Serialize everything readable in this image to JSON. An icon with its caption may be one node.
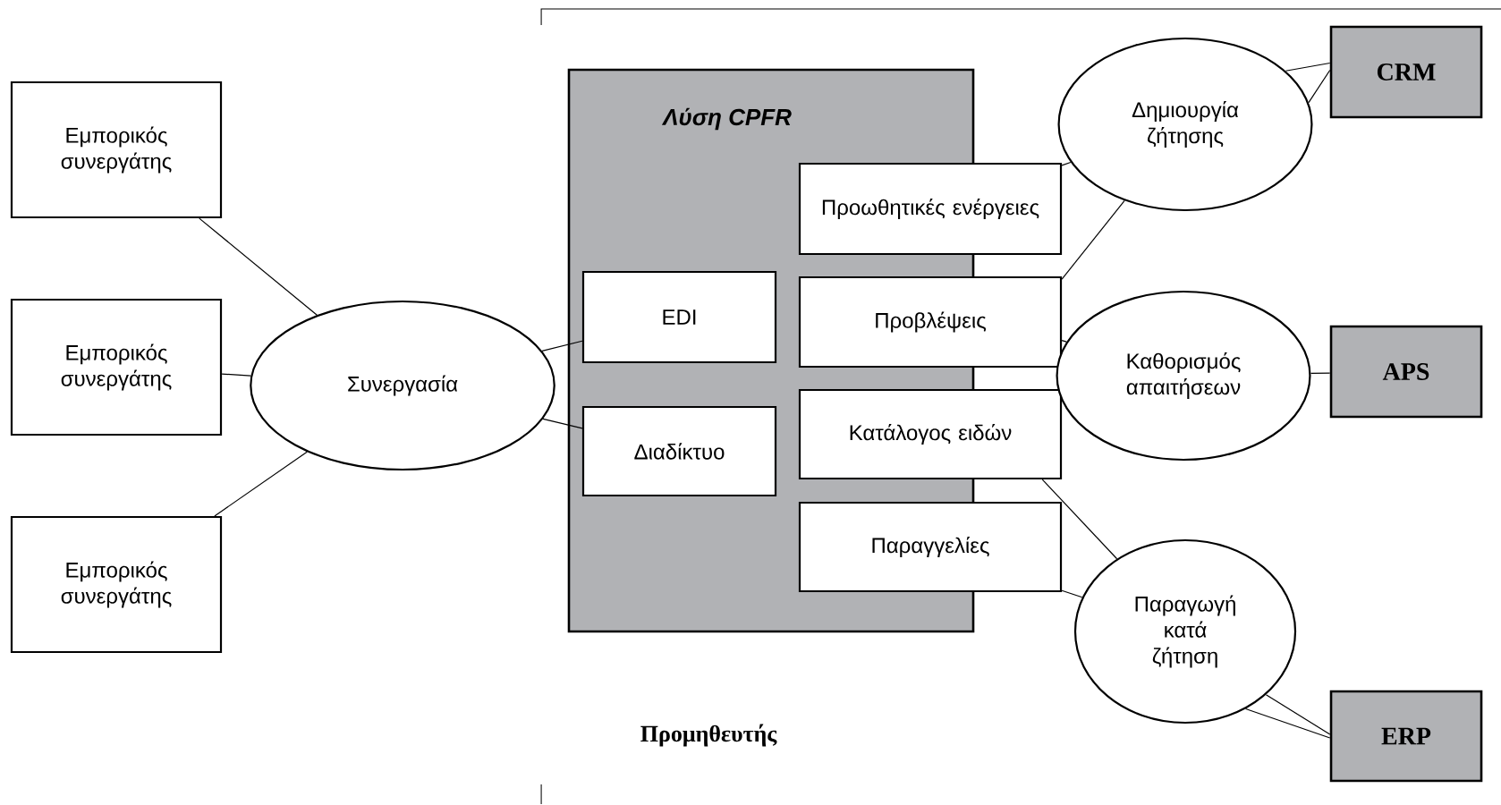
{
  "diagram": {
    "nodes": [
      {
        "text": [
          "Εμπορικός συνεργάτης"
        ]
      },
      {
        "text": [
          "Εμπορικός συνεργάτης"
        ]
      },
      {
        "text": [
          "Εμπορικός συνεργάτης"
        ]
      },
      {
        "text": [
          "Συνεργασία"
        ]
      },
      {
        "text": [
          "Λύση CPFR"
        ]
      },
      {
        "text": [
          "EDI"
        ],
        "in": 4
      },
      {
        "text": [
          "Διαδίκτυο"
        ],
        "in": 4
      },
      {
        "text": [
          "Προωθητικές ενέργειες"
        ]
      },
      {
        "text": [
          "Προβλέψεις"
        ]
      },
      {
        "text": [
          "Κατάλογος ειδών"
        ]
      },
      {
        "text": [
          "Παραγγελίες"
        ]
      },
      {
        "text": [
          "Δημιουργία ζήτησης"
        ]
      },
      {
        "text": [
          "Καθορισμός απαιτήσεων"
        ]
      },
      {
        "text": [
          "Παραγωγή κατά ζήτηση"
        ]
      },
      {
        "text": [
          "CRM"
        ]
      },
      {
        "text": [
          "APS"
        ]
      },
      {
        "text": [
          "ERP"
        ]
      }
    ],
    "edges": [
      {
        "from": 0,
        "to": 3,
        "arrow": "none"
      },
      {
        "from": 1,
        "to": 3,
        "arrow": "none"
      },
      {
        "from": 2,
        "to": 3,
        "arrow": "none"
      },
      {
        "from": 3,
        "to": 5,
        "arrow": "none"
      },
      {
        "from": 3,
        "to": 6,
        "arrow": "none"
      },
      {
        "from": 7,
        "to": 11,
        "arrow": "none"
      },
      {
        "from": 8,
        "to": 11,
        "arrow": "none"
      },
      {
        "from": 8,
        "to": 12,
        "arrow": "none"
      },
      {
        "from": 9,
        "to": 13,
        "arrow": "none"
      },
      {
        "from": 10,
        "to": 13,
        "arrow": "none"
      },
      {
        "from": 11,
        "to": 14,
        "arrow": "none"
      },
      {
        "from": 11,
        "to": 14,
        "arrow": "none"
      },
      {
        "from": 12,
        "to": 15,
        "arrow": "none"
      },
      {
        "from": 13,
        "to": 16,
        "arrow": "none"
      },
      {
        "from": 13,
        "to": 16,
        "arrow": "none"
      }
    ],
    "labels": [
      "Προμηθευτής"
    ]
  }
}
